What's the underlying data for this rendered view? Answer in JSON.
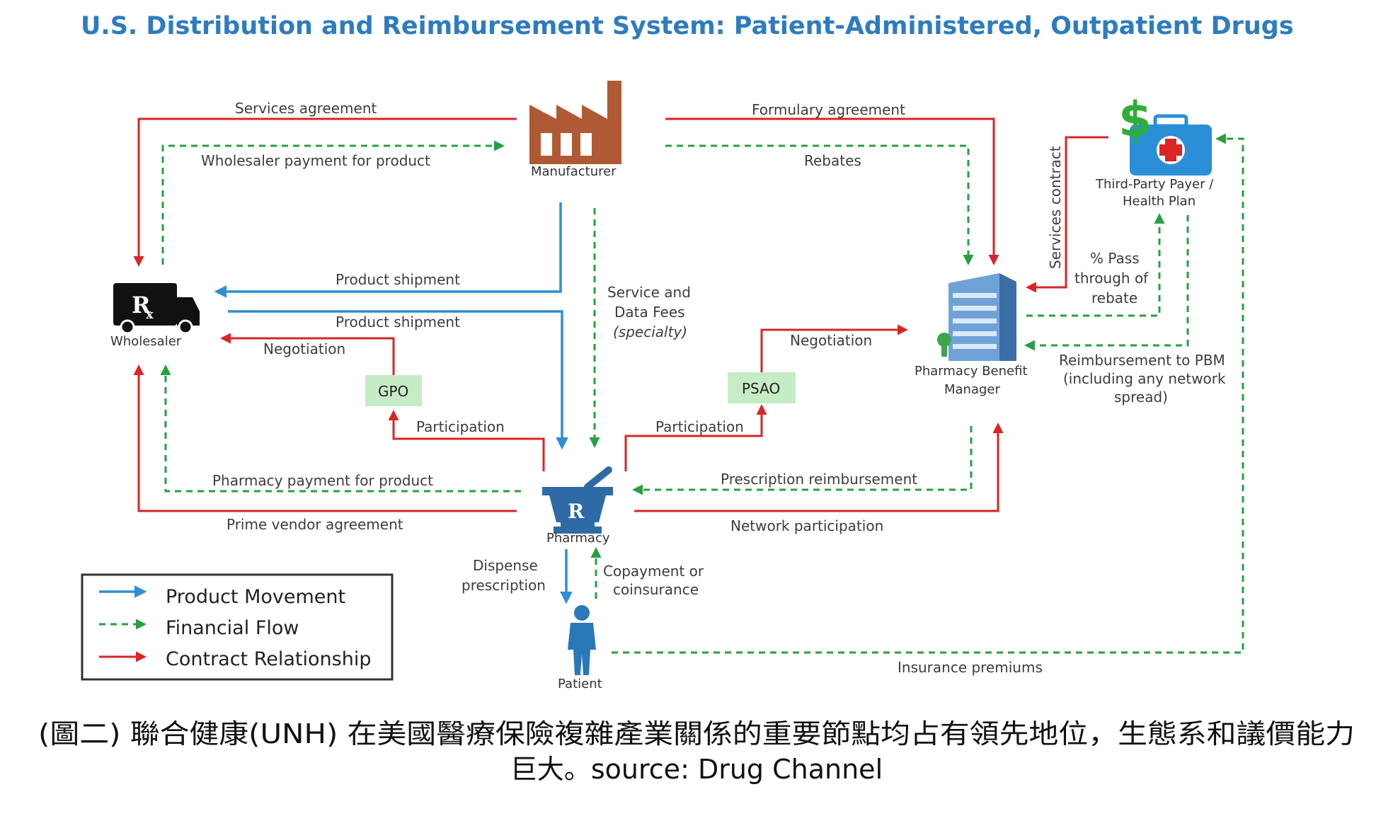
{
  "title": "U.S. Distribution and Reimbursement System: Patient-Administered, Outpatient Drugs",
  "nodes": {
    "manufacturer": "Manufacturer",
    "wholesaler": "Wholesaler",
    "pharmacy": "Pharmacy",
    "patient": "Patient",
    "payer_line1": "Third-Party Payer /",
    "payer_line2": "Health Plan",
    "pbm_line1": "Pharmacy Benefit",
    "pbm_line2": "Manager",
    "gpo": "GPO",
    "psao": "PSAO"
  },
  "labels": {
    "services_agreement": "Services agreement",
    "wholesaler_payment": "Wholesaler payment for product",
    "formulary_agreement": "Formulary agreement",
    "rebates": "Rebates",
    "product_shipment_1": "Product shipment",
    "product_shipment_2": "Product shipment",
    "negotiation_left": "Negotiation",
    "negotiation_right": "Negotiation",
    "service_fees_1": "Service and",
    "service_fees_2": "Data Fees",
    "service_fees_3": "(specialty)",
    "participation_left": "Participation",
    "participation_right": "Participation",
    "pharmacy_payment": "Pharmacy payment for product",
    "prime_vendor": "Prime vendor agreement",
    "prescription_reimbursement": "Prescription reimbursement",
    "network_participation": "Network participation",
    "services_contract": "Services contract",
    "pass_through_1": "% Pass",
    "pass_through_2": "through of",
    "pass_through_3": "rebate",
    "reimb_pbm_1": "Reimbursement to PBM",
    "reimb_pbm_2": "(including any network",
    "reimb_pbm_3": "spread)",
    "dispense_1": "Dispense",
    "dispense_2": "prescription",
    "copay_1": "Copayment or",
    "copay_2": "coinsurance",
    "insurance_premiums": "Insurance premiums"
  },
  "legend": {
    "product_movement": "Product Movement",
    "financial_flow": "Financial Flow",
    "contract_relationship": "Contract Relationship"
  },
  "colors": {
    "product_movement": "#2f8fd2",
    "financial_flow": "#26a040",
    "contract_relationship": "#d92526",
    "title": "#2e7cc0",
    "manufacturer": "#b05a35"
  },
  "caption": {
    "line1": "(圖二) 聯合健康(UNH)  在美國醫療保險複雜產業關係的重要節點均占有領先地位，生態系和議價能力",
    "line2": "巨大。source: Drug Channel"
  }
}
